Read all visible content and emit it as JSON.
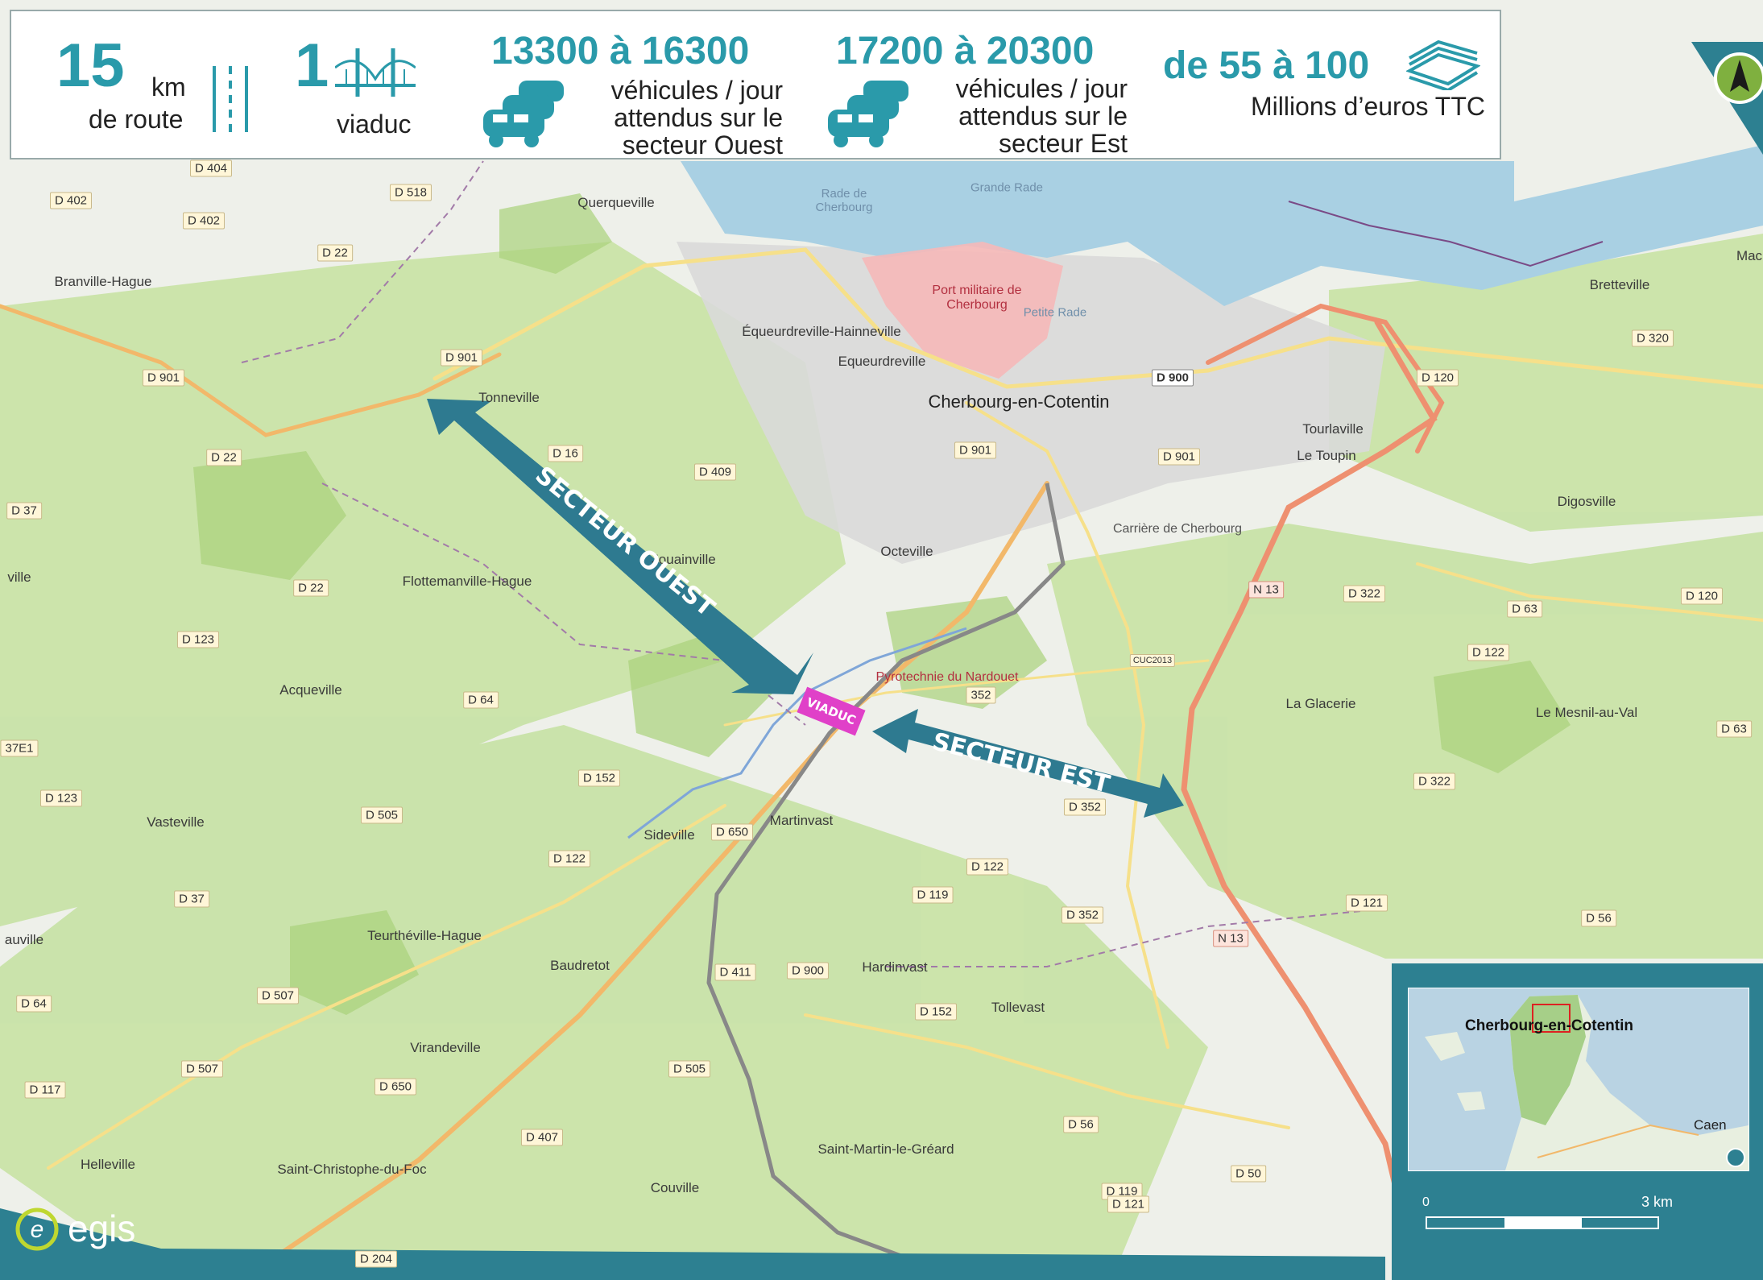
{
  "header": {
    "route": {
      "value": "15",
      "unit": "km",
      "label": "de route"
    },
    "viaduc": {
      "value": "1",
      "label": "viaduc"
    },
    "ouest": {
      "range": "13300 à 16300",
      "line1": "véhicules / jour",
      "line2": "attendus sur le",
      "line3": "secteur Ouest"
    },
    "est": {
      "range": "17200 à 20300",
      "line1": "véhicules / jour",
      "line2": "attendus sur le",
      "line3": "secteur Est"
    },
    "cost": {
      "range": "de 55 à 100",
      "label": "Millions d’euros TTC"
    }
  },
  "arrows": {
    "ouest": "SECTEUR OUEST",
    "est": "SECTEUR EST",
    "viaduc": "VIADUC"
  },
  "places": {
    "querqueville": "Querqueville",
    "branville": "Branville-Hague",
    "tonneville": "Tonneville",
    "equeurdreville_h": "Équeurdreville-Hainneville",
    "equeurdreville": "Equeurdreville",
    "cherbourg": "Cherbourg-en-Cotentin",
    "port": "Port militaire de Cherbourg",
    "petite_rade": "Petite Rade",
    "rade": "Rade de Cherbourg",
    "grande_rade": "Grande Rade",
    "bretteville": "Bretteville",
    "tourlaville": "Tourlaville",
    "le_toupin": "Le Toupin",
    "digosville": "Digosville",
    "carriere": "Carrière de Cherbourg",
    "octeville": "Octeville",
    "jouainville": "Jouainville",
    "flottemanville": "Flottemanville-Hague",
    "acqueville": "Acqueville",
    "pyrotechnie": "Pyrotechnie du Nardouet",
    "la_glacerie": "La Glacerie",
    "mesnil": "Le Mesnil-au-Val",
    "vasteville": "Vasteville",
    "sideville": "Sideville",
    "martinvast": "Martinvast",
    "teurtheville": "Teurthéville-Hague",
    "baudretot": "Baudretot",
    "hardinvast": "Hardinvast",
    "tollevast": "Tollevast",
    "virandeville": "Virandeville",
    "helleville": "Helleville",
    "saint_christophe": "Saint-Christophe-du-Foc",
    "couville": "Couville",
    "saint_martin": "Saint-Martin-le-Gréard",
    "ville": "ville",
    "auville": "auville",
    "mac": "Mac"
  },
  "roads": {
    "d404": "D 404",
    "d402a": "D 402",
    "d402b": "D 402",
    "d518": "D 518",
    "d22a": "D 22",
    "d901a": "D 901",
    "d901b": "D 901",
    "d22b": "D 22",
    "d16": "D 16",
    "d409": "D 409",
    "d901c": "D 901",
    "d900": "D 900",
    "d901d": "D 901",
    "d120a": "D 120",
    "d320": "D 320",
    "d37a": "D 37",
    "d22c": "D 22",
    "d123a": "D 123",
    "d64": "D 64",
    "n13a": "N 13",
    "d322a": "D 322",
    "d63a": "D 63",
    "d120b": "D 120",
    "d122a": "D 122",
    "cuc": "CUC2013",
    "d63b": "D 63",
    "d352a": "352",
    "d152a": "D 152",
    "d123b": "D 123",
    "d505a": "D 505",
    "d650a": "D 650",
    "d122b": "D 122",
    "d352b": "D 352",
    "d322b": "D 322",
    "d122c": "D 122",
    "d119a": "D 119",
    "d37b": "D 37",
    "d352c": "D 352",
    "d121a": "D 121",
    "d56a": "D 56",
    "n13b": "N 13",
    "d411": "D 411",
    "d900b": "D 900",
    "d507a": "D 507",
    "d64b": "D 64",
    "d152b": "D 152",
    "d507b": "D 507",
    "d505b": "D 505",
    "d117": "D 117",
    "d650b": "D 650",
    "d56b": "D 56",
    "d407": "D 407",
    "d50": "D 50",
    "d119b": "D 119",
    "d204": "D 204",
    "d121b": "D 121",
    "e1": "37E1"
  },
  "inset": {
    "title": "Cherbourg-en-Cotentin",
    "caen": "Caen",
    "scale_start": "0",
    "scale_end": "3 km"
  },
  "brand": {
    "logo": "egis"
  },
  "colors": {
    "teal": "#2a9aaa",
    "arrow": "#2e7a90",
    "viaduc": "#e040c8",
    "sea": "#a9d0e3",
    "land": "#c9e3a8"
  }
}
